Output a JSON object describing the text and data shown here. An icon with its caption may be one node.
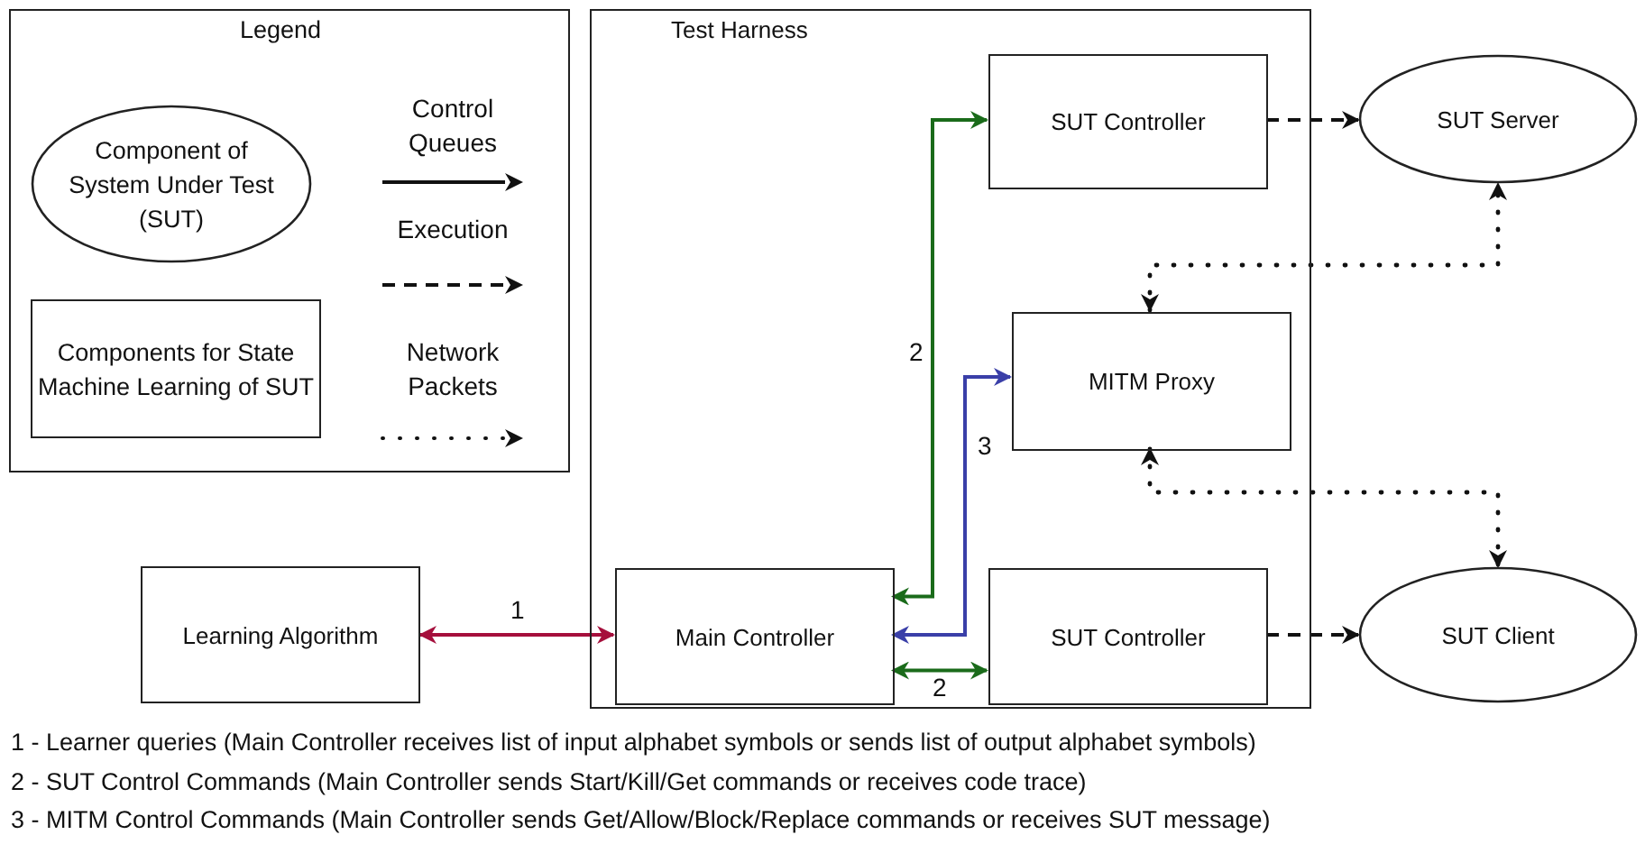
{
  "diagram": {
    "nodes": [
      {
        "text": [
          "Test Harness"
        ]
      },
      {
        "text": [
          "SUT Controller"
        ],
        "in": 0
      },
      {
        "text": [
          "MITM Proxy"
        ],
        "in": 0
      },
      {
        "text": [
          "Main Controller"
        ],
        "in": 0
      },
      {
        "text": [
          "SUT Controller"
        ],
        "in": 0
      },
      {
        "text": [
          "Learning Algorithm"
        ]
      },
      {
        "text": [
          "SUT Server"
        ]
      },
      {
        "text": [
          "SUT Client"
        ]
      }
    ],
    "edges": [
      {
        "from": 5,
        "to": 3,
        "arrow": "both",
        "label": "1",
        "color": "#a50f3c"
      },
      {
        "from": 3,
        "to": 1,
        "arrow": "both",
        "label": "2",
        "color": "#1a6b1a"
      },
      {
        "from": 3,
        "to": 2,
        "arrow": "both",
        "label": "3",
        "color": "#3a3fa8"
      },
      {
        "from": 3,
        "to": 4,
        "arrow": "both",
        "label": "2",
        "color": "#1a6b1a"
      },
      {
        "from": 1,
        "to": 6,
        "arrow": "to",
        "style": "dashed"
      },
      {
        "from": 4,
        "to": 7,
        "arrow": "to",
        "style": "dashed"
      },
      {
        "from": 2,
        "to": 6,
        "arrow": "both",
        "style": "dashed"
      },
      {
        "from": 2,
        "to": 7,
        "arrow": "both",
        "style": "dashed"
      }
    ],
    "labels": [
      "Legend",
      "1 - Learner queries (Main Controller receives list of input alphabet symbols or sends list of output alphabet symbols)",
      "2 - SUT Control Commands (Main Controller sends Start/Kill/Get commands or receives code trace)",
      "3 - MITM Control Commands (Main Controller sends Get/Allow/Block/Replace commands or receives SUT message)"
    ],
    "legend": [
      {
        "text": "Component of System Under Test (SUT)"
      },
      {
        "text": "Components for State Machine Learning of SUT"
      },
      {
        "text": "Control Queues"
      },
      {
        "text": "Execution"
      },
      {
        "text": "Network Packets"
      }
    ]
  }
}
